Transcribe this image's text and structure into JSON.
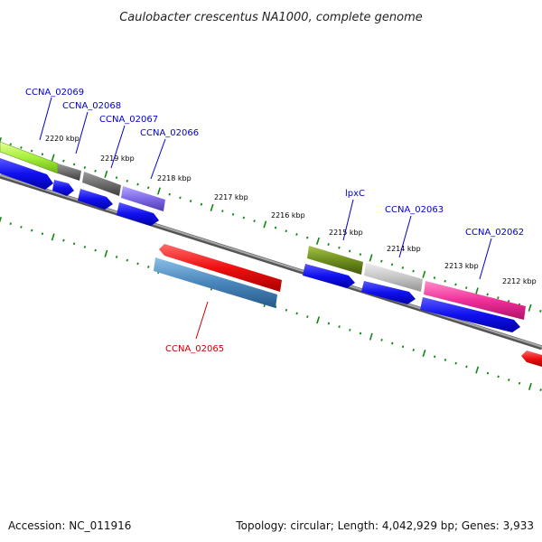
{
  "title": "Caulobacter crescentus NA1000, complete genome",
  "footer": {
    "accession": "Accession: NC_011916",
    "summary": "Topology: circular; Length: 4,042,929 bp; Genes: 3,933"
  },
  "colors": {
    "backbone": "#8c8c8c",
    "tick": "#118811",
    "forward_arrow": "#0a0ae6",
    "reverse_arrow": "#e60a0a",
    "label_forward": "#0000cc",
    "label_reverse": "#cc0000"
  },
  "ticks": {
    "upper": [
      "2220 kbp",
      "2219 kbp",
      "2218 kbp",
      "2217 kbp",
      "2216 kbp",
      "2215 kbp",
      "2214 kbp",
      "2213 kbp",
      "2212 kbp"
    ]
  },
  "genes": {
    "forward": [
      "CCNA_02069",
      "CCNA_02068",
      "CCNA_02067",
      "CCNA_02066",
      "lpxC",
      "CCNA_02063",
      "CCNA_02062"
    ],
    "reverse": [
      "CCNA_02065"
    ]
  }
}
